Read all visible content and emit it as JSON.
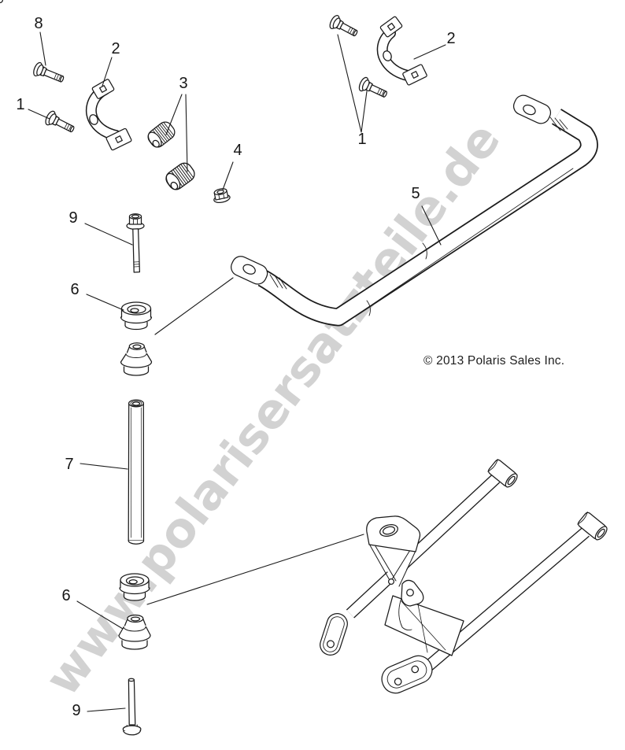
{
  "diagram": {
    "watermark": {
      "text": "www.polarisersatzteile.de",
      "color": "#d2d2d2"
    },
    "copyright": {
      "text": "© 2013 Polaris Sales Inc.",
      "color": "#1e1e1e"
    },
    "line_color": "#1b1b1b",
    "callouts": [
      {
        "label": "8",
        "part": "flange-bolt-top-left"
      },
      {
        "label": "1",
        "part": "bolt-front-left"
      },
      {
        "label": "2",
        "part": "stabilizer-bracket-left"
      },
      {
        "label": "3",
        "part": "serrated-clamp-bushings"
      },
      {
        "label": "4",
        "part": "flange-nut"
      },
      {
        "label": "2",
        "part": "stabilizer-bracket-right"
      },
      {
        "label": "1",
        "part": "bolt-pair-right"
      },
      {
        "label": "5",
        "part": "stabilizer-bar"
      },
      {
        "label": "9",
        "part": "link-bolt-upper"
      },
      {
        "label": "6",
        "part": "link-bushings-upper"
      },
      {
        "label": "7",
        "part": "link-spacer-tube"
      },
      {
        "label": "6",
        "part": "link-bushings-lower"
      },
      {
        "label": "9",
        "part": "link-bolt-lower"
      }
    ]
  }
}
